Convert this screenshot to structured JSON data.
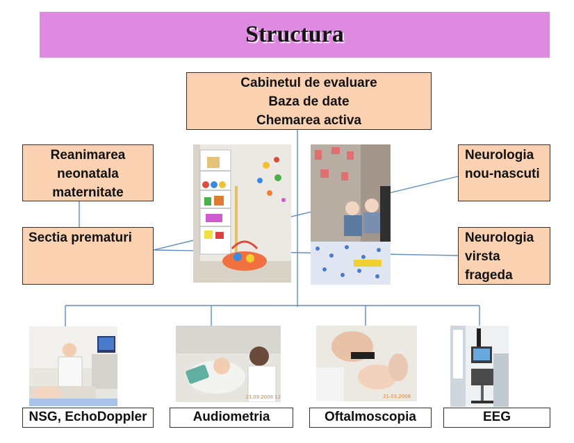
{
  "title": "Structura",
  "top_box": {
    "lines": [
      "Cabinetul de evaluare",
      "Baza de date",
      "Chemarea activa"
    ]
  },
  "left_boxes": [
    {
      "lines": [
        "Reanimarea",
        "neonatala",
        "maternitate"
      ]
    },
    {
      "lines": [
        "Sectia prematuri"
      ]
    }
  ],
  "right_boxes": [
    {
      "lines": [
        "Neurologia",
        "nou-nascuti"
      ]
    },
    {
      "lines": [
        "Neurologia",
        "virsta",
        "frageda"
      ]
    }
  ],
  "bottom_boxes": [
    {
      "label": "NSG, EchoDoppler"
    },
    {
      "label": "Audiometria"
    },
    {
      "label": "Oftalmoscopia"
    },
    {
      "label": "EEG"
    }
  ],
  "colors": {
    "title_bg": "#de8ae0",
    "box_bg": "#fad2b2",
    "connector": "#5b8cc8"
  }
}
